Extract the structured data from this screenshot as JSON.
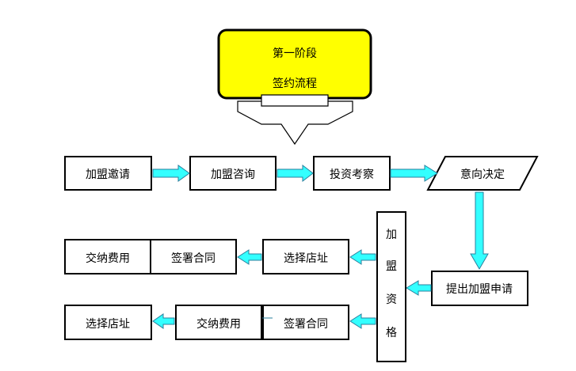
{
  "colors": {
    "stage_fill": "#ffff00",
    "arrow_fill": "#33ffff",
    "arrow_stroke": "#2a7f9e",
    "box_stroke": "#000000",
    "background": "#ffffff"
  },
  "stage": {
    "line1": "第一阶段",
    "line2": "签约流程"
  },
  "flow": {
    "join_invite": "加盟邀请",
    "join_consult": "加盟咨询",
    "investment_inspect": "投资考察",
    "intention_decide": "意向决定",
    "submit_application": "提出加盟申请",
    "qualification": [
      "加",
      "盟",
      "资",
      "格"
    ]
  },
  "branch_top": {
    "select_store": "选择店址",
    "sign_contract": "签署合同",
    "pay_fees": "交纳费用"
  },
  "branch_bottom": {
    "sign_contract": "签署合同",
    "pay_fees": "交纳费用",
    "select_store": "选择店址"
  }
}
